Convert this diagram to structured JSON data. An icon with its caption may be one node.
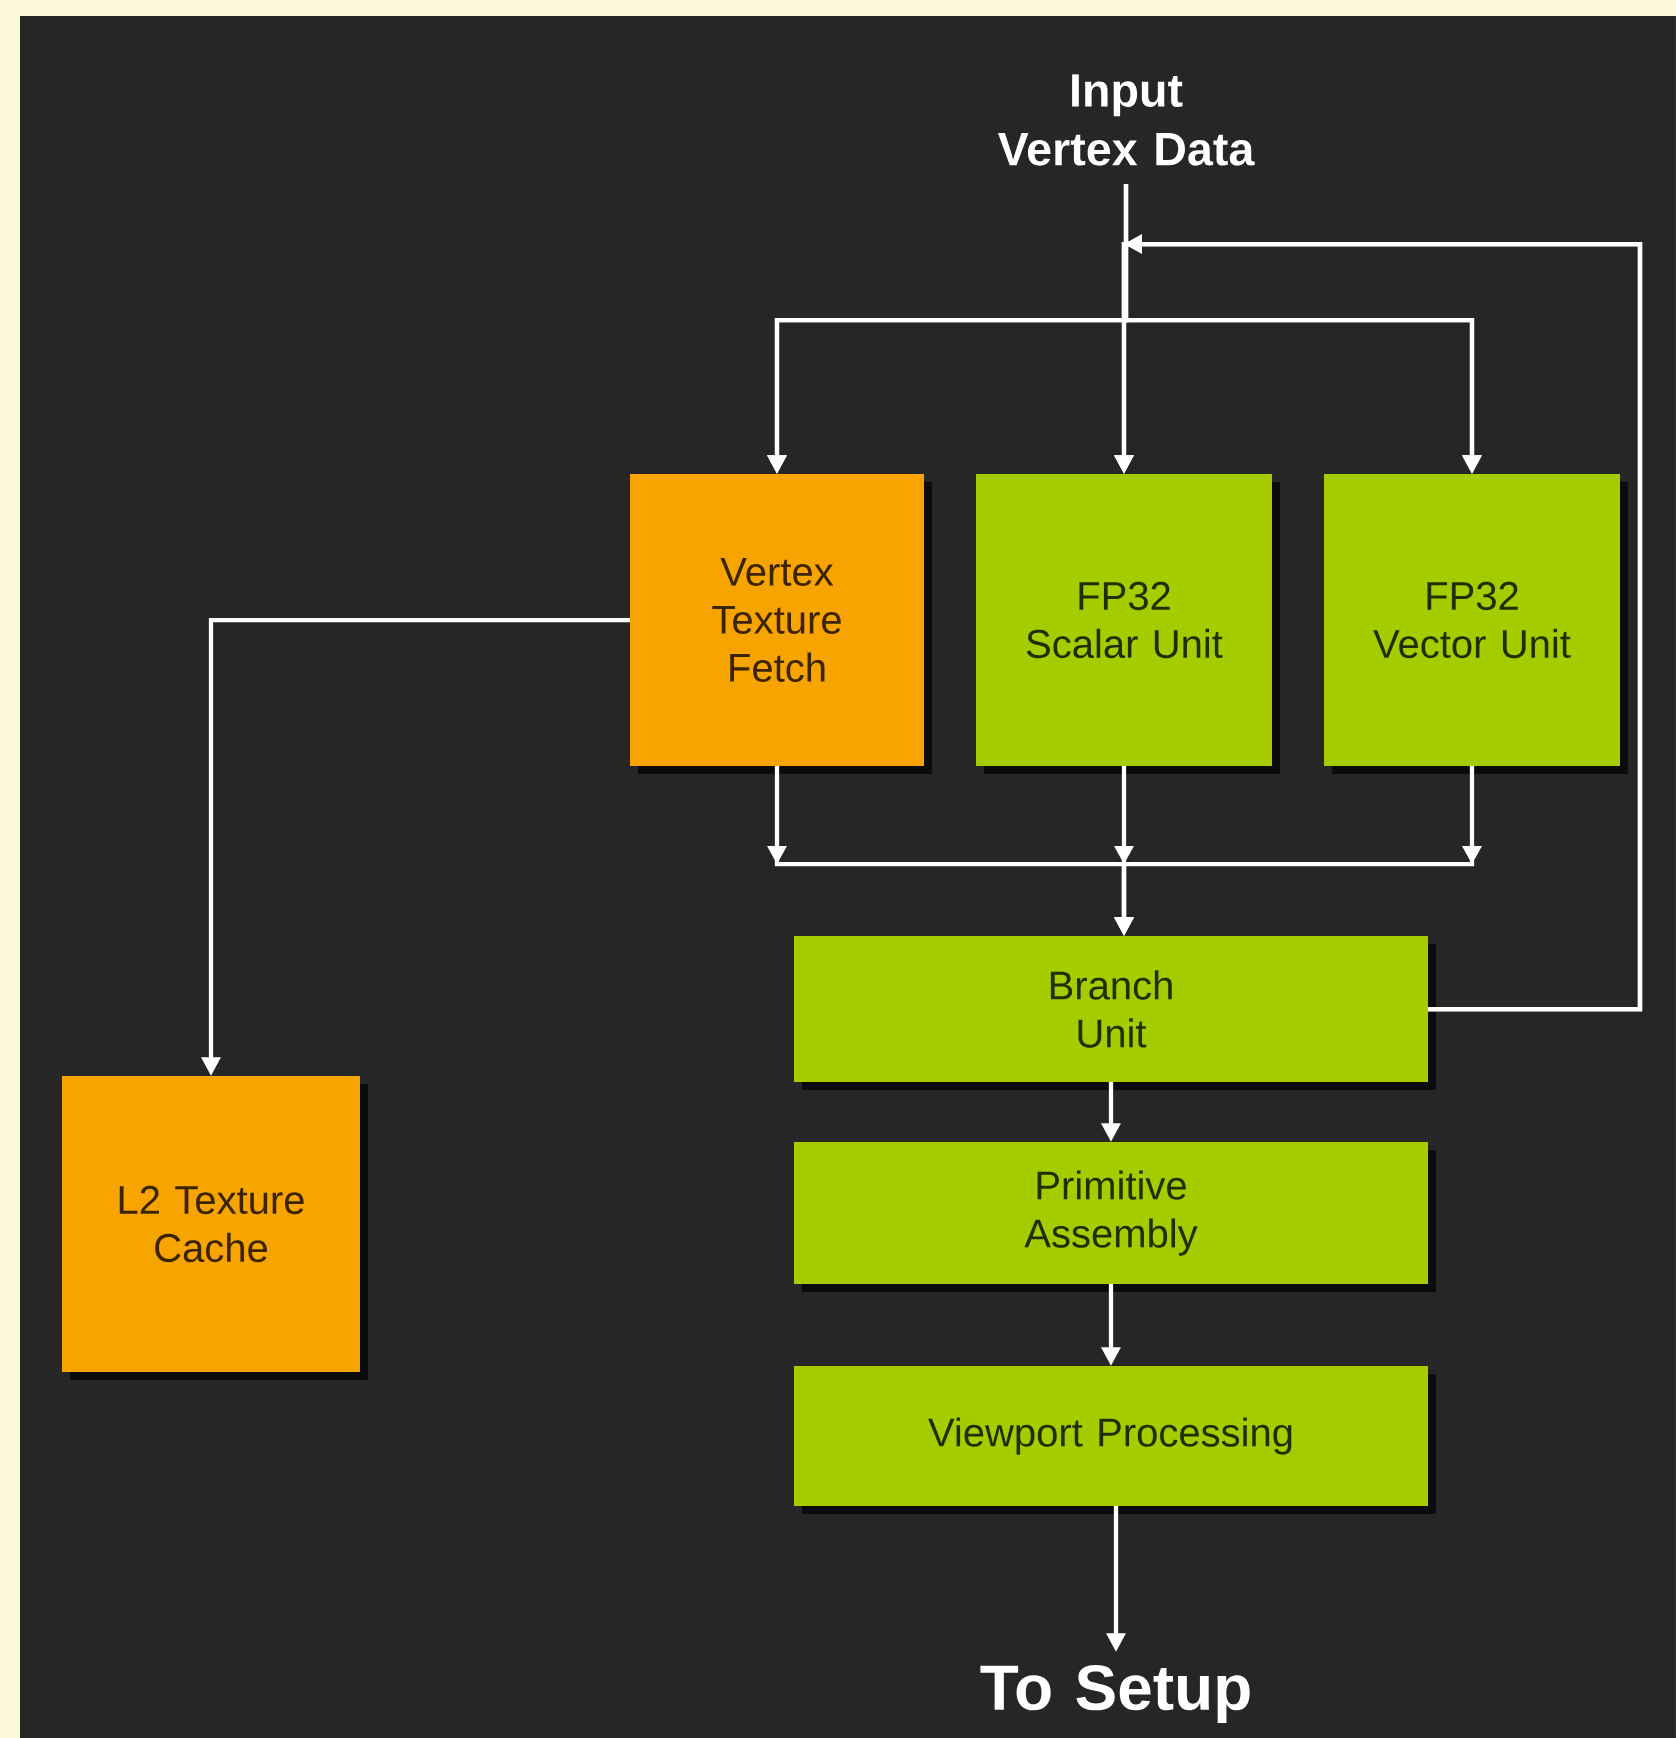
{
  "diagram": {
    "nodes": [
      {
        "text": [
          "Input Vertex Data"
        ]
      },
      {
        "text": [
          "Vertex Texture Fetch"
        ]
      },
      {
        "text": [
          "FP32 Scalar Unit"
        ]
      },
      {
        "text": [
          "FP32 Vector Unit"
        ]
      },
      {
        "text": [
          "Branch Unit"
        ]
      },
      {
        "text": [
          "Primitive Assembly"
        ]
      },
      {
        "text": [
          "Viewport Processing"
        ]
      },
      {
        "text": [
          "L2 Texture Cache"
        ]
      },
      {
        "text": [
          "To Setup"
        ]
      }
    ],
    "edges": [
      {
        "from": 0,
        "to": 1,
        "arrow": "to"
      },
      {
        "from": 0,
        "to": 2,
        "arrow": "to"
      },
      {
        "from": 0,
        "to": 3,
        "arrow": "to"
      },
      {
        "from": 4,
        "to": 1,
        "arrow": "to"
      },
      {
        "from": 4,
        "to": 2,
        "arrow": "to"
      },
      {
        "from": 4,
        "to": 3,
        "arrow": "to"
      },
      {
        "from": 1,
        "to": 4,
        "arrow": "to"
      },
      {
        "from": 2,
        "to": 4,
        "arrow": "to"
      },
      {
        "from": 3,
        "to": 4,
        "arrow": "to"
      },
      {
        "from": 1,
        "to": 7,
        "arrow": "to"
      },
      {
        "from": 4,
        "to": 5,
        "arrow": "to"
      },
      {
        "from": 5,
        "to": 6,
        "arrow": "to"
      },
      {
        "from": 6,
        "to": 8,
        "arrow": "to"
      }
    ]
  }
}
